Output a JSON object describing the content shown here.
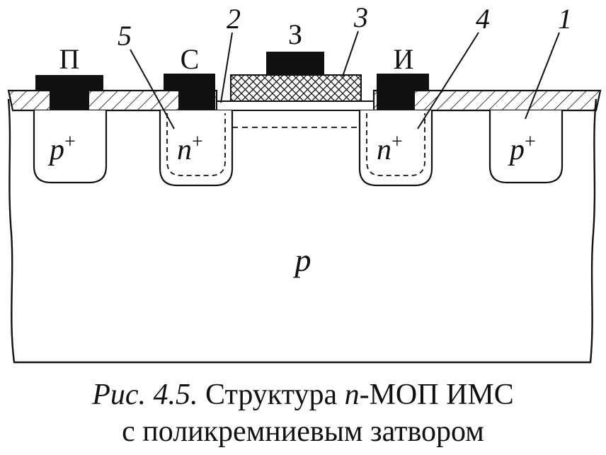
{
  "terminals": {
    "body_contact": "П",
    "drain": "С",
    "gate": "З",
    "source": "И"
  },
  "region_labels": {
    "p_plus": "p",
    "plus_sign": "+",
    "n_plus": "n",
    "substrate": "p"
  },
  "callouts": {
    "one": "1",
    "two": "2",
    "three": "3",
    "four": "4",
    "five": "5"
  },
  "caption": {
    "prefix": "Рис. 4.5.",
    "line1_a": "Структура",
    "line1_n": "n",
    "line1_b": "-МОП ИМС",
    "line2": "с поликремниевым затвором"
  },
  "colors": {
    "ink": "#111111",
    "background": "#ffffff"
  }
}
